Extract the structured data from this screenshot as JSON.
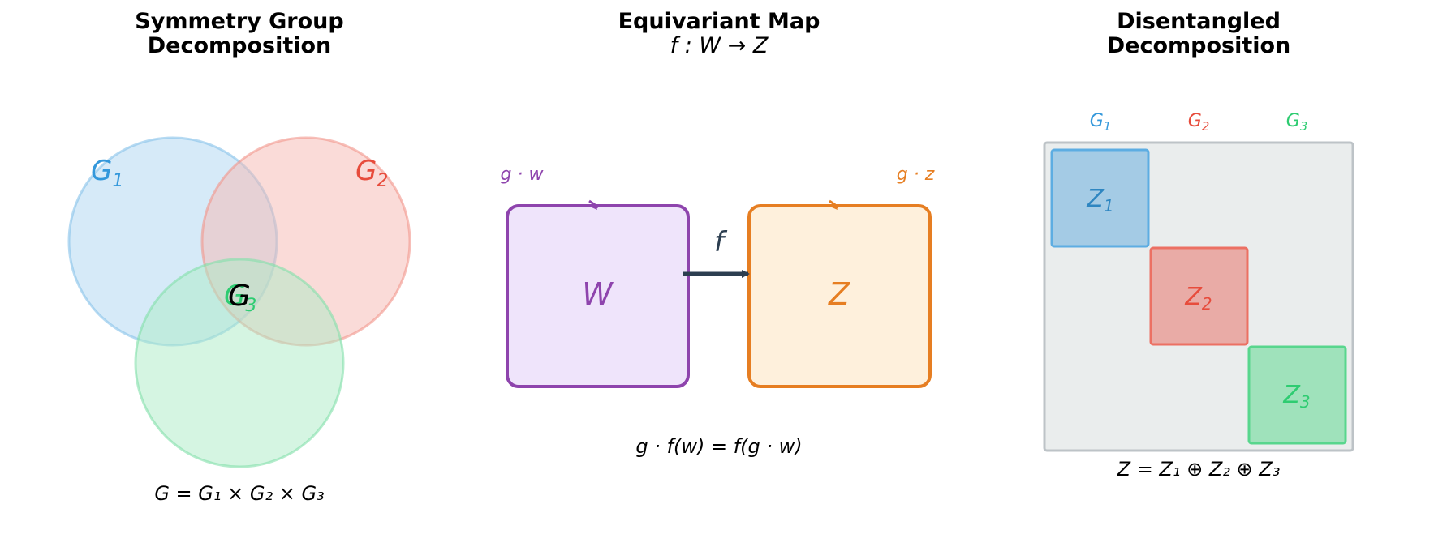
{
  "panels": {
    "symmetry": {
      "title_line1": "Symmetry Group",
      "title_line2": "Decomposition",
      "circles": [
        {
          "label": "G",
          "sub": "1",
          "fill": "#aed6f1",
          "stroke": "#85c1e9",
          "text": "#3498db"
        },
        {
          "label": "G",
          "sub": "2",
          "fill": "#f5b7b1",
          "stroke": "#f1948a",
          "text": "#e74c3c"
        },
        {
          "label": "G",
          "sub": "3",
          "fill": "#abebc6",
          "stroke": "#82e0aa",
          "text": "#2ecc71"
        }
      ],
      "center_label": "G",
      "formula": "G = G₁ × G₂ × G₃"
    },
    "equivariant": {
      "title_line1": "Equivariant Map",
      "title_line2": "f : W → Z",
      "source": {
        "label": "W",
        "action": "g · w",
        "color": "#8e44ad",
        "fill": "#efe4fb"
      },
      "target": {
        "label": "Z",
        "action": "g · z",
        "color": "#e67e22",
        "fill": "#fef0dc"
      },
      "arrow_label": "f",
      "arrow_color": "#2c3e50",
      "formula": "g · f(w) = f(g · w)"
    },
    "disentangled": {
      "title_line1": "Disentangled",
      "title_line2": "Decomposition",
      "columns": [
        {
          "label": "G",
          "sub": "1",
          "color": "#3498db"
        },
        {
          "label": "G",
          "sub": "2",
          "color": "#e74c3c"
        },
        {
          "label": "G",
          "sub": "3",
          "color": "#2ecc71"
        }
      ],
      "blocks": [
        {
          "label": "Z",
          "sub": "1",
          "fill": "#a4cbe5",
          "stroke": "#5dade2",
          "text": "#2e86c1"
        },
        {
          "label": "Z",
          "sub": "2",
          "fill": "#e9aba6",
          "stroke": "#ec7063",
          "text": "#e74c3c"
        },
        {
          "label": "Z",
          "sub": "3",
          "fill": "#9fe2bb",
          "stroke": "#58d68d",
          "text": "#2ecc71"
        }
      ],
      "matrix_fill": "#eaeded",
      "matrix_stroke": "#bdc3c7",
      "formula": "Z = Z₁ ⊕ Z₂ ⊕ Z₃"
    }
  }
}
